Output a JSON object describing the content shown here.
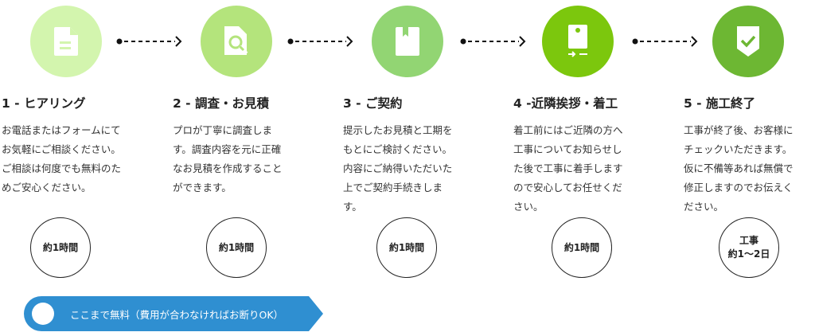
{
  "colors": {
    "step1": "#d3f5ae",
    "step2": "#b4e47c",
    "step3": "#92d573",
    "step4": "#7cc70d",
    "step5": "#6db733",
    "banner": "#2f8fd1"
  },
  "steps": [
    {
      "icon": "document-icon",
      "title": "1 - ヒアリング",
      "desc": "お電話またはフォームにて\nお気軽にご相談ください。\nご相談は何度でも無料のた\nめご安心ください。",
      "duration": "約1時間"
    },
    {
      "icon": "document-search-icon",
      "title": "2 - 調査・お見積",
      "desc": "プロが丁寧に調査しま\nす。調査内容を元に正確\nなお見積を作成すること\nができます。",
      "duration": "約1時間"
    },
    {
      "icon": "bookmark-book-icon",
      "title": "3 - ご契約",
      "desc": "提示したお見積と工期を\nもとにご検討ください。\n内容にご納得いただいた\n上でご契約手続きしま\nす。",
      "duration": "約1時間"
    },
    {
      "icon": "door-install-icon",
      "title": "4 -近隣挨拶・着工",
      "desc": "着工前にはご近隣の方へ\n工事についてお知らせし\nた後で工事に着手します\nので安心してお任せくだ\nさい。",
      "duration": "約1時間"
    },
    {
      "icon": "shield-check-icon",
      "title": "5 - 施工終了",
      "desc": "工事が終了後、お客様に\nチェックいただきます。\n仮に不備等あれば無償で\n修正しますのでお伝えく\nださい。",
      "duration": "工事\n約1〜2日"
    }
  ],
  "banner": {
    "label": "ここまで無料（費用が合わなければお断りOK）"
  }
}
